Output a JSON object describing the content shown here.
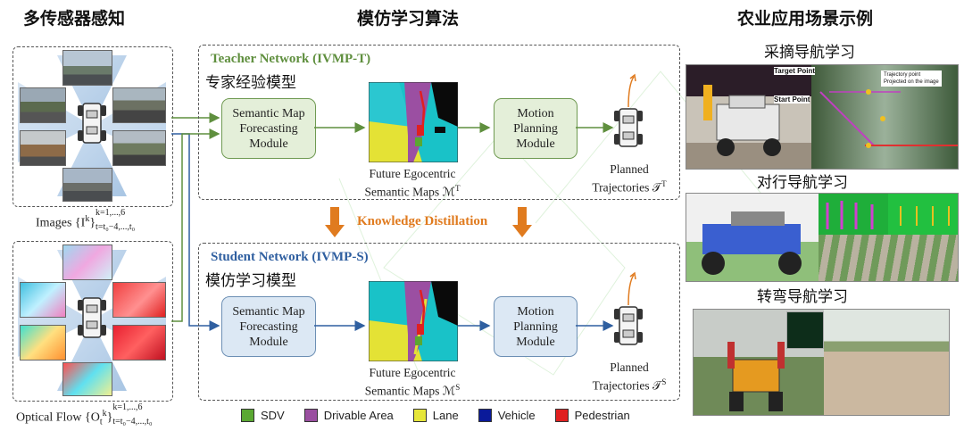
{
  "titles": {
    "left": "多传感器感知",
    "center": "模仿学习算法",
    "right": "农业应用场景示例"
  },
  "inputs": {
    "images_label": "Images {I",
    "images_sup": "k=1,...,6",
    "images_sub": "t=t₀−4,...,t₀",
    "flow_label": "Optical Flow {O",
    "flow_sub_t": "t",
    "flow_sup": "k=1,...,6",
    "flow_sub": "t=t₀−4,...,t₀",
    "k_letter": "k",
    "close_brace": "}"
  },
  "teacher": {
    "title": "Teacher Network (IVMP-T)",
    "cn": "专家经验模型",
    "smf": "Semantic Map Forecasting Module",
    "motion": "Motion Planning Module",
    "maps_caption_line1": "Future Egocentric",
    "maps_caption_line2": "Semantic Maps ℳ",
    "maps_sup": "T",
    "traj_line1": "Planned",
    "traj_line2": "Trajectories 𝒯",
    "traj_sup": "T"
  },
  "distillation": "Knowledge Distillation",
  "student": {
    "title": "Student Network (IVMP-S)",
    "cn": "模仿学习模型",
    "smf": "Semantic Map Forecasting Module",
    "motion": "Motion Planning Module",
    "maps_caption_line1": "Future Egocentric",
    "maps_caption_line2": "Semantic Maps ℳ",
    "maps_sup": "S",
    "traj_line1": "Planned",
    "traj_line2": "Trajectories 𝒯",
    "traj_sup": "S"
  },
  "legend": [
    {
      "label": "SDV",
      "color": "#5aa832"
    },
    {
      "label": "Drivable Area",
      "color": "#9a4fa0"
    },
    {
      "label": "Lane",
      "color": "#e6e63a"
    },
    {
      "label": "Vehicle",
      "color": "#0a1a9a"
    },
    {
      "label": "Pedestrian",
      "color": "#e02020"
    }
  ],
  "scenarios": [
    {
      "title": "采摘导航学习",
      "annotations": {
        "target": "Target Point",
        "start": "Start Point",
        "legend1": "Trajectory point",
        "legend2": "Projected on the image"
      }
    },
    {
      "title": "对行导航学习"
    },
    {
      "title": "转弯导航学习"
    }
  ],
  "colors": {
    "teacher": "#5f8f3e",
    "student": "#2f5fa0",
    "distill": "#e07b1f"
  }
}
